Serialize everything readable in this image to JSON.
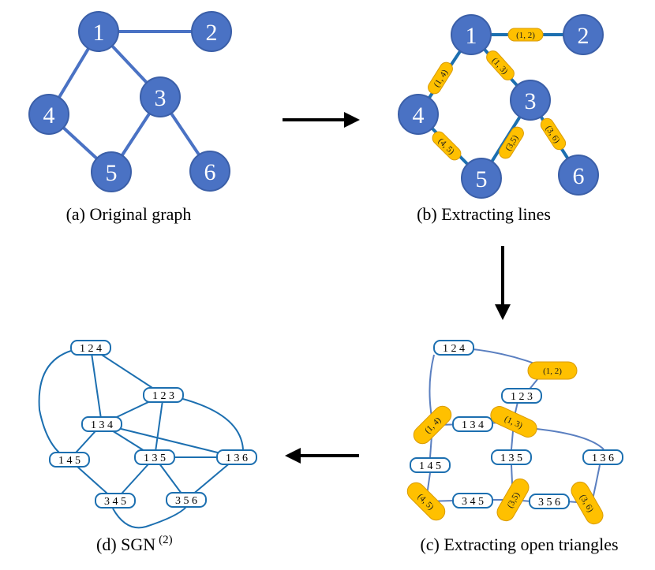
{
  "colors": {
    "node_fill": "#4a72c4",
    "node_stroke": "#3b5fa8",
    "edge_a": "#4a72c4",
    "edge_b": "#1c6fb0",
    "pill_fill": "#ffc000",
    "pill_stroke": "#d99a00",
    "box_stroke": "#1c6fb0",
    "arrow": "#000000"
  },
  "panel_a": {
    "caption": "(a)  Original graph",
    "nodes": [
      "1",
      "2",
      "3",
      "4",
      "5",
      "6"
    ]
  },
  "panel_b": {
    "caption": "(b) Extracting lines",
    "nodes": [
      "1",
      "2",
      "3",
      "4",
      "5",
      "6"
    ],
    "edge_labels": [
      "(1, 2)",
      "(1, 4)",
      "(1, 3)",
      "(4, 5)",
      "(3,5)",
      "(3, 6)"
    ]
  },
  "panel_c": {
    "caption": "(c)  Extracting open triangles",
    "boxes": [
      "1 2 4",
      "1 2 3",
      "1 3 4",
      "1 4 5",
      "1 3 5",
      "1 3 6",
      "3 4 5",
      "3 5 6"
    ],
    "pills": [
      "(1, 2)",
      "(1, 4)",
      "(1, 3)",
      "(4, 5)",
      "(3,5)",
      "(3, 6)"
    ]
  },
  "panel_d": {
    "caption": "(d)  SGN",
    "caption_sup": "(2)",
    "boxes": [
      "1 2 4",
      "1 2 3",
      "1 3 4",
      "1 4 5",
      "1 3 5",
      "1 3 6",
      "3 4 5",
      "3 5 6"
    ]
  }
}
